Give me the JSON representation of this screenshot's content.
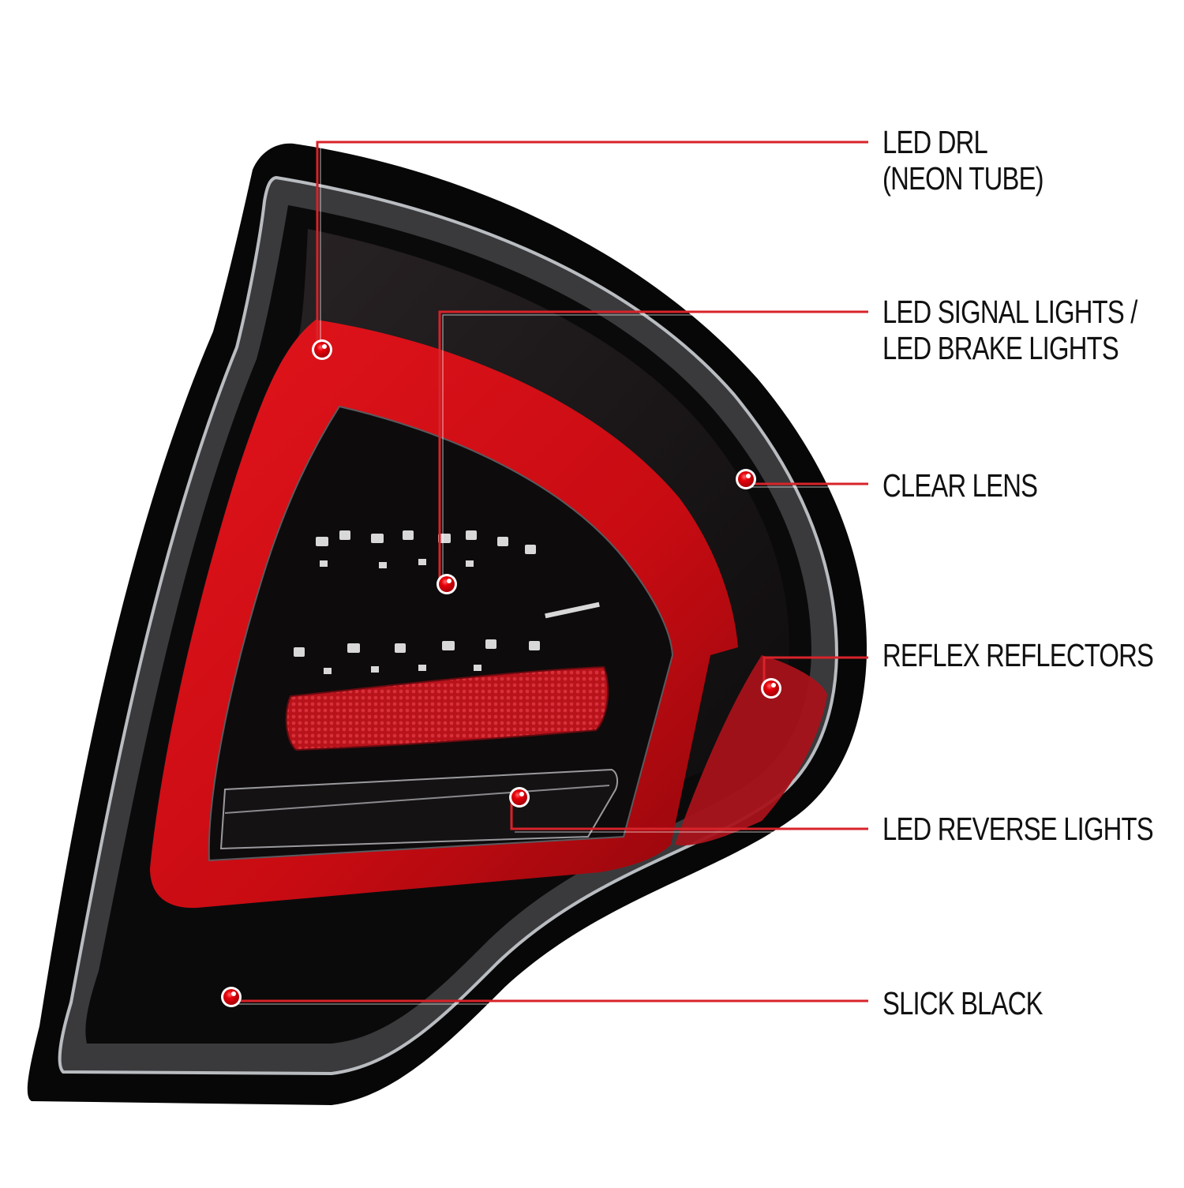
{
  "colors": {
    "background": "#ffffff",
    "housing_black": "#0a0a0a",
    "lens_smoke": "#1a1416",
    "neon_red": "#d10a12",
    "reflector_red": "#b3121a",
    "callout_line": "#d8232a",
    "label_text": "#111111"
  },
  "callouts": [
    {
      "id": "led-drl",
      "lines": [
        "LED DRL",
        "(NEON TUBE)"
      ]
    },
    {
      "id": "led-signal-brake",
      "lines": [
        "LED SIGNAL LIGHTS /",
        "LED BRAKE LIGHTS"
      ]
    },
    {
      "id": "clear-lens",
      "lines": [
        "CLEAR LENS"
      ]
    },
    {
      "id": "reflex-reflectors",
      "lines": [
        "REFLEX REFLECTORS"
      ]
    },
    {
      "id": "led-reverse",
      "lines": [
        "LED REVERSE LIGHTS"
      ]
    },
    {
      "id": "slick-black",
      "lines": [
        "SLICK BLACK"
      ]
    }
  ]
}
